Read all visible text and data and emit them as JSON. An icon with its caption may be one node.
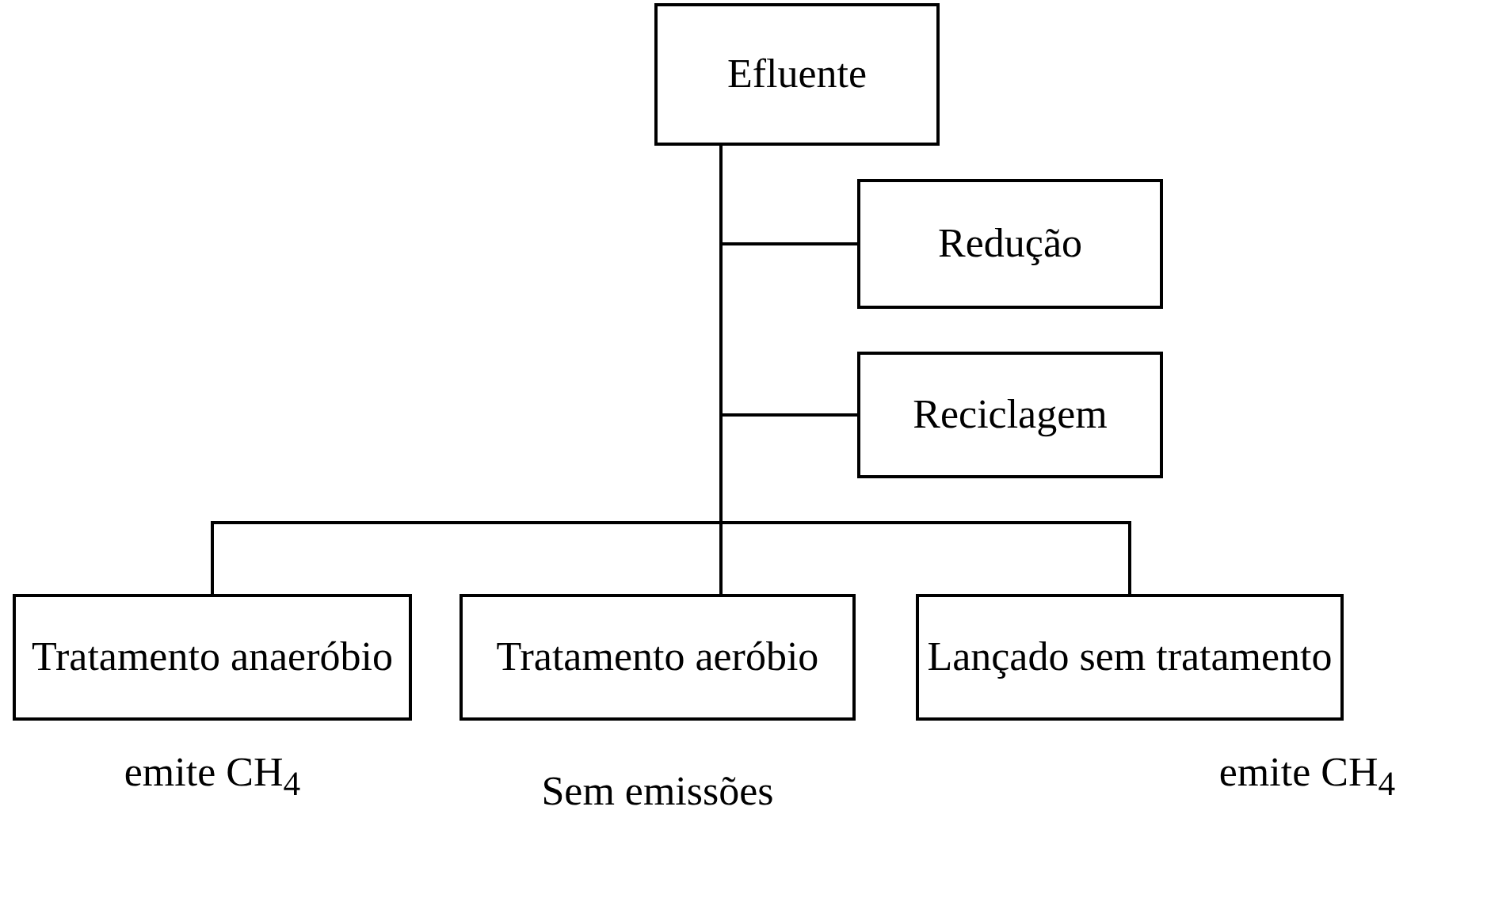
{
  "diagram": {
    "nodes": [
      {
        "text": [
          "Efluente"
        ]
      },
      {
        "text": [
          "Redução"
        ]
      },
      {
        "text": [
          "Reciclagem"
        ]
      },
      {
        "text": [
          "Tratamento anaeróbio"
        ],
        "beside": [
          "emite CH$_{4}$"
        ]
      },
      {
        "text": [
          "Tratamento aeróbio"
        ],
        "beside": [
          "Sem emissões"
        ]
      },
      {
        "text": [
          "Lançado sem tratamento"
        ],
        "beside": [
          "emite CH$_{4}$"
        ]
      }
    ],
    "edges": [
      {
        "from": 0,
        "to": 1,
        "arrow": "none"
      },
      {
        "from": 0,
        "to": 2,
        "arrow": "none"
      },
      {
        "from": 0,
        "to": 3,
        "arrow": "none"
      },
      {
        "from": 0,
        "to": 4,
        "arrow": "none"
      },
      {
        "from": 0,
        "to": 5,
        "arrow": "none"
      }
    ]
  }
}
